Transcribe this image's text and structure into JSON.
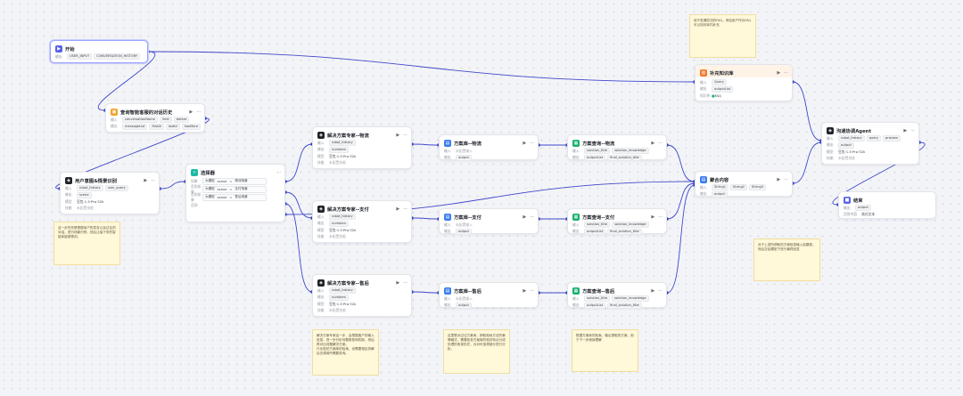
{
  "colors": {
    "accent": "#4e5bd9",
    "edge": "#3f48cc",
    "sticky": "#fff8d9"
  },
  "nodes": {
    "start": {
      "title": "开始",
      "icon": "start-icon",
      "output_label": "输出",
      "outputs": [
        "USER_INPUT",
        "CONVERSATION_HISTORY"
      ]
    },
    "history": {
      "title": "查询智能客服的对话历史",
      "input_label": "输入",
      "inputs": [
        "conversationName",
        "limit",
        "before"
      ],
      "output_label": "输出",
      "outputs": [
        "messageList",
        "firstId",
        "lastId",
        "hasMore"
      ]
    },
    "intent": {
      "title": "用户意图&情景识别",
      "input_label": "输入",
      "inputs": [
        "robot_history",
        "user_query"
      ],
      "output_label": "输出",
      "outputs": [
        "scene"
      ],
      "model_label": "模型",
      "model": "豆包·1.5·Pro·32k",
      "skill_label": "技能",
      "skill": "未配置技能"
    },
    "selector": {
      "title": "选择器",
      "if_label": "如果",
      "elif_label": "否则如果",
      "else_label": "否则",
      "branches": [
        {
          "var": "大模型",
          "op": "scene",
          "cmp": "=",
          "value": "物流场景"
        },
        {
          "var": "大模型",
          "op": "scene",
          "cmp": "=",
          "value": "支付场景"
        },
        {
          "var": "大模型",
          "op": "scene",
          "cmp": "=",
          "value": "售后场景"
        }
      ]
    },
    "expert_wl": {
      "title": "解决方案专家--物流"
    },
    "expert_zf": {
      "title": "解决方案专家--支付"
    },
    "expert_sh": {
      "title": "解决方案专家--售后"
    },
    "lib_wl": {
      "title": "方案库--物流"
    },
    "lib_zf": {
      "title": "方案库--支付"
    },
    "lib_sh": {
      "title": "方案库--售后"
    },
    "query_wl": {
      "title": "方案查询--物流"
    },
    "query_zf": {
      "title": "方案查询--支付"
    },
    "query_sh": {
      "title": "方案查询--售后"
    },
    "kb": {
      "title": "补充知识库",
      "input_label": "输入",
      "inputs": [
        "Query"
      ],
      "output_label": "输出",
      "outputs": [
        "outputList"
      ],
      "kb_label": "知识库",
      "kb": "FAQ"
    },
    "merge": {
      "title": "聚合内容",
      "input_label": "输入",
      "inputs": [
        "String1",
        "String2",
        "String3"
      ],
      "output_label": "输出",
      "outputs": [
        "output"
      ]
    },
    "agent": {
      "title": "沟通协调Agent",
      "input_label": "输入",
      "inputs": [
        "robot_history",
        "query",
        "process"
      ],
      "output_label": "输出",
      "outputs": [
        "output"
      ],
      "model_label": "模型",
      "model": "豆包·1.5·Pro·32k",
      "skill_label": "技能",
      "skill": "未配置技能"
    },
    "end": {
      "title": "结束",
      "output_label": "输出",
      "outputs": [
        "output"
      ],
      "answer_label": "回答内容",
      "answer": "流式文本"
    }
  },
  "expert_common": {
    "input_label": "输入",
    "inputs": [
      "robot_history"
    ],
    "output_label": "输出",
    "outputs": [
      "numbers"
    ],
    "model_label": "模型",
    "model": "豆包·1.5·Pro·32k",
    "skill_label": "技能",
    "skill": "未配置技能"
  },
  "lib_common": {
    "input_label": "输入",
    "input_value": "未配置输入",
    "output_label": "输出",
    "outputs": [
      "output"
    ]
  },
  "query_common": {
    "input_label": "输入",
    "inputs": [
      "solution_title",
      "solution_knowledge"
    ],
    "output_label": "输出",
    "outputs": [
      "outputList",
      "final_solution_title"
    ]
  },
  "notes": {
    "n1": "这一步任务是根据用户的发言以及过往的对话，进行场景识别，然后让接下来的智能体能够预判。",
    "n2": "解决方案专家这一步，会根据客户的输入信息，进一步分析问题类型和机制，然后再对比问题解决方案。\n行业相关方案库的检索，也需要相应拆解后去调用所需要查询。",
    "n3": "这里是对过往方案库，获取相似方法的事情格式，需要检查方案库的相关特点分成处理的收录历史，为对可追溯部分进行分析。",
    "n4": "根据方案库的检索，融合提取的方案，用于下一步继续理解",
    "n5": "对于上述所获取的方案信息输入给模型，然后交给模型下进行最终回答",
    "n6": "用于查漏层次的FAQ，来给用户作为FAQ可以知识库内补充"
  }
}
